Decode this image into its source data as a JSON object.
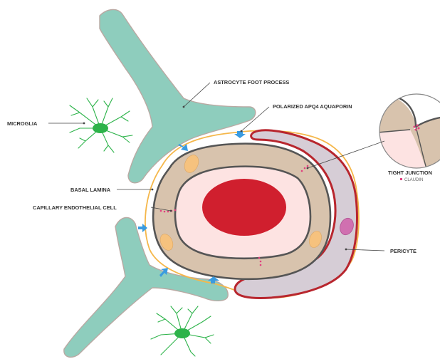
{
  "labels": {
    "astrocyte": "ASTROCYTE FOOT PROCESS",
    "aquaporin": "POLARIZED APQ4 AQUAPORIN",
    "microglia": "MICROGLIA",
    "basal_lamina": "BASAL LAMINA",
    "endothelial": "CAPILLARY ENDOTHELIAL CELL",
    "pericyte": "PERICYTE",
    "tight_junction": "TIGHT JUNCTION",
    "claudin": "CLAUDIN"
  },
  "colors": {
    "astrocyte": "#8ecdbd",
    "endothelial": "#d8c3ad",
    "lumen": "#fde3e2",
    "red_blood_cell": "#d01f2e",
    "pericyte": "#d6cdd6",
    "pericyte_border": "#b8262e",
    "basal_lamina": "#f5b74a",
    "aquaporin_arrow": "#3a9be0",
    "microglia": "#2db34a",
    "claudin": "#e0407e",
    "nucleus": "#f6c27e",
    "pericyte_nucleus": "#d070b0",
    "text": "#333333"
  }
}
